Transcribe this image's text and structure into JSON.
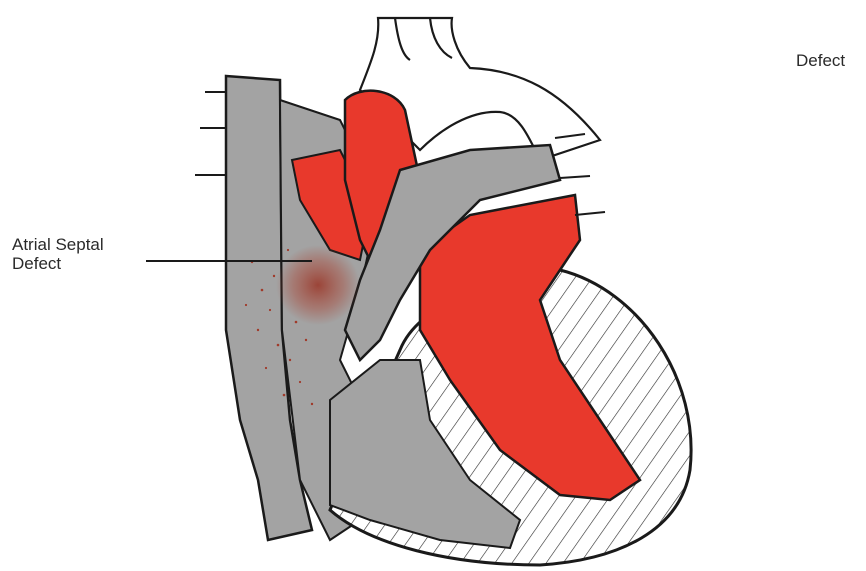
{
  "labels": {
    "atrial_septal_defect_line1": "Atrial Septal",
    "atrial_septal_defect_line2": "Defect",
    "top_right_defect": "Defect"
  },
  "colors": {
    "oxygenated_blood": "#e8392c",
    "deoxygenated_blood": "#a3a3a3",
    "outline": "#1a1a1a",
    "shunt_stipple": "#a03a2a",
    "background": "#ffffff"
  }
}
